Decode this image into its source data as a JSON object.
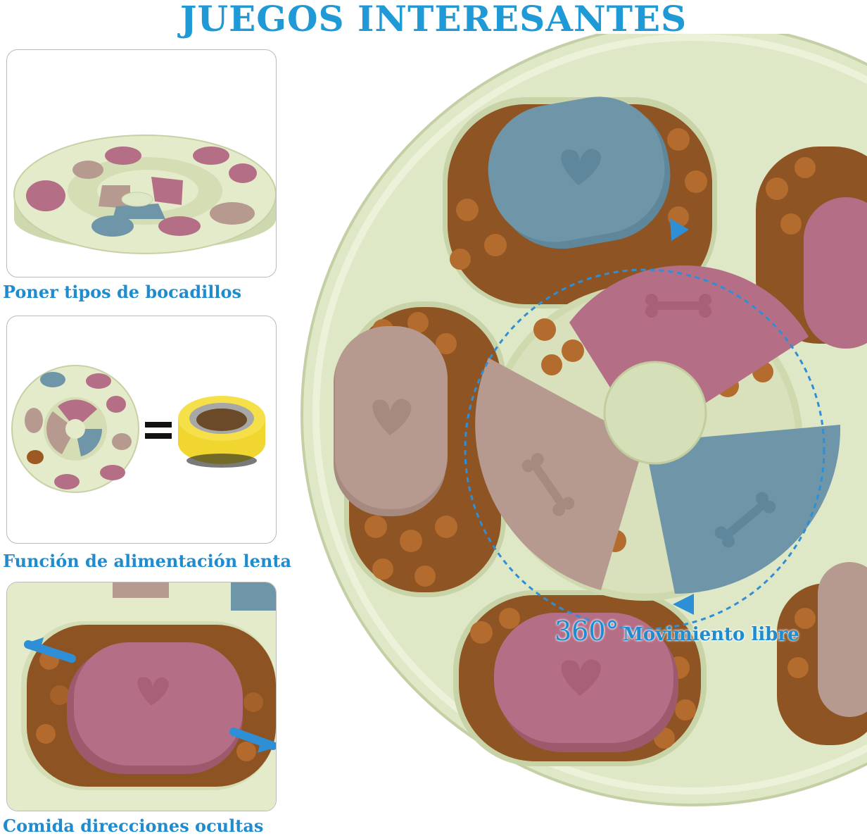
{
  "title": "JUEGOS INTERESANTES",
  "panels": [
    {
      "caption": "Poner tipos de bocadillos"
    },
    {
      "caption": "Función de alimentación lenta"
    },
    {
      "caption": "Comida direcciones ocultas"
    }
  ],
  "equals_sign": "=",
  "main_label": {
    "degrees": "360°",
    "text": "Movimiento libre"
  },
  "colors": {
    "title": "#1f9ad6",
    "caption": "#1f8cd0",
    "base_green": "#dfe8c6",
    "lid_blue": "#6f95a8",
    "lid_pink": "#b46f86",
    "lid_taupe": "#b79a8f",
    "kibble": "#9c5a22"
  }
}
